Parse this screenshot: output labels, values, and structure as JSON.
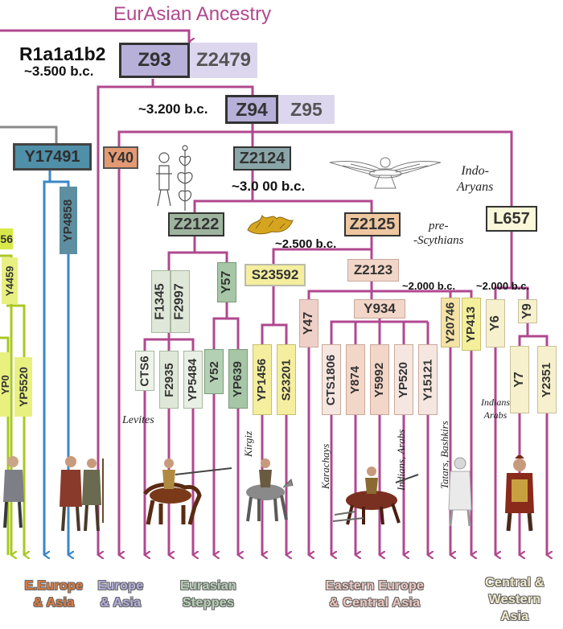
{
  "title": "EurAsian Ancestry",
  "root": {
    "label": "R1a1a1b2",
    "date": "~3.500 b.c.",
    "z93": "Z93",
    "z2479": "Z2479"
  },
  "z94_level": {
    "date": "~3.200 b.c.",
    "z94": "Z94",
    "z95": "Z95"
  },
  "nodes": {
    "y17491": "Y17491",
    "yp4858": "YP4858",
    "y40": "Y40",
    "z2124": "Z2124",
    "z2124_date": "~3.0 00 b.c.",
    "z2122": "Z2122",
    "z2125": "Z2125",
    "z2125_date": "~2.500 b.c.",
    "f1345": "F1345",
    "f2997": "F2997",
    "y57": "Y57",
    "s23592": "S23592",
    "z2123": "Z2123",
    "z2123_date": "~2.000 b.c.",
    "y934": "Y934",
    "y47": "Y47",
    "y20746": "Y20746",
    "yp413": "YP413",
    "l657": "L657",
    "l657_date": "~2.000 b.c.",
    "y6": "Y6",
    "y9": "Y9",
    "y7": "Y7",
    "y2351": "Y2351",
    "cts6": "CTS6",
    "f2935": "F2935",
    "yp5484": "YP5484",
    "y52": "Y52",
    "yp639": "YP639",
    "yp1456": "YP1456",
    "s23201": "S23201",
    "cts1806": "CTS1806",
    "y874": "Y874",
    "y5992": "Y5992",
    "yp520": "YP520",
    "y15121": "Y15121",
    "left_56": "56",
    "left_y4459": "Y4459",
    "left_yp5520": "YP5520",
    "left_ypart": "YP0"
  },
  "labels": {
    "indo_aryans": "Indo-\nAryans",
    "pre_scythians": "pre-\n-Scythians",
    "levites": "Levites",
    "kirgiz": "Kirgiz",
    "karachays": "Karachays",
    "indians_arabs": "Indians, Arabs",
    "tatars": "Tatars, Bashkirs",
    "indians_arabs2": "Indians\nArabs"
  },
  "regions": {
    "e_europe_asia": "E.Europe\n& Asia",
    "europe_asia": "Europe\n& Asia",
    "eurasian_steppes": "Eurasian\nSteppes",
    "eastern_europe": "Eastern Europe\n& Central Asia",
    "central_western": "Central &\nWestern\nAsia"
  },
  "colors": {
    "magenta": "#b0488f",
    "lime": "#a9c820",
    "blue": "#3a87c8",
    "gray": "#8a8a8a",
    "orange": "#d8794b",
    "lavender": "#8d86bf",
    "olive_green": "#8aa88a",
    "pink": "#c9968a",
    "cream": "#e5dcb0"
  },
  "region_colors": {
    "e_europe_asia": "#e07a3e",
    "europe_asia": "#b4aee0",
    "eurasian_steppes": "#b6d2b6",
    "eastern_europe": "#f0c8c0",
    "central_western": "#f2eccc"
  }
}
